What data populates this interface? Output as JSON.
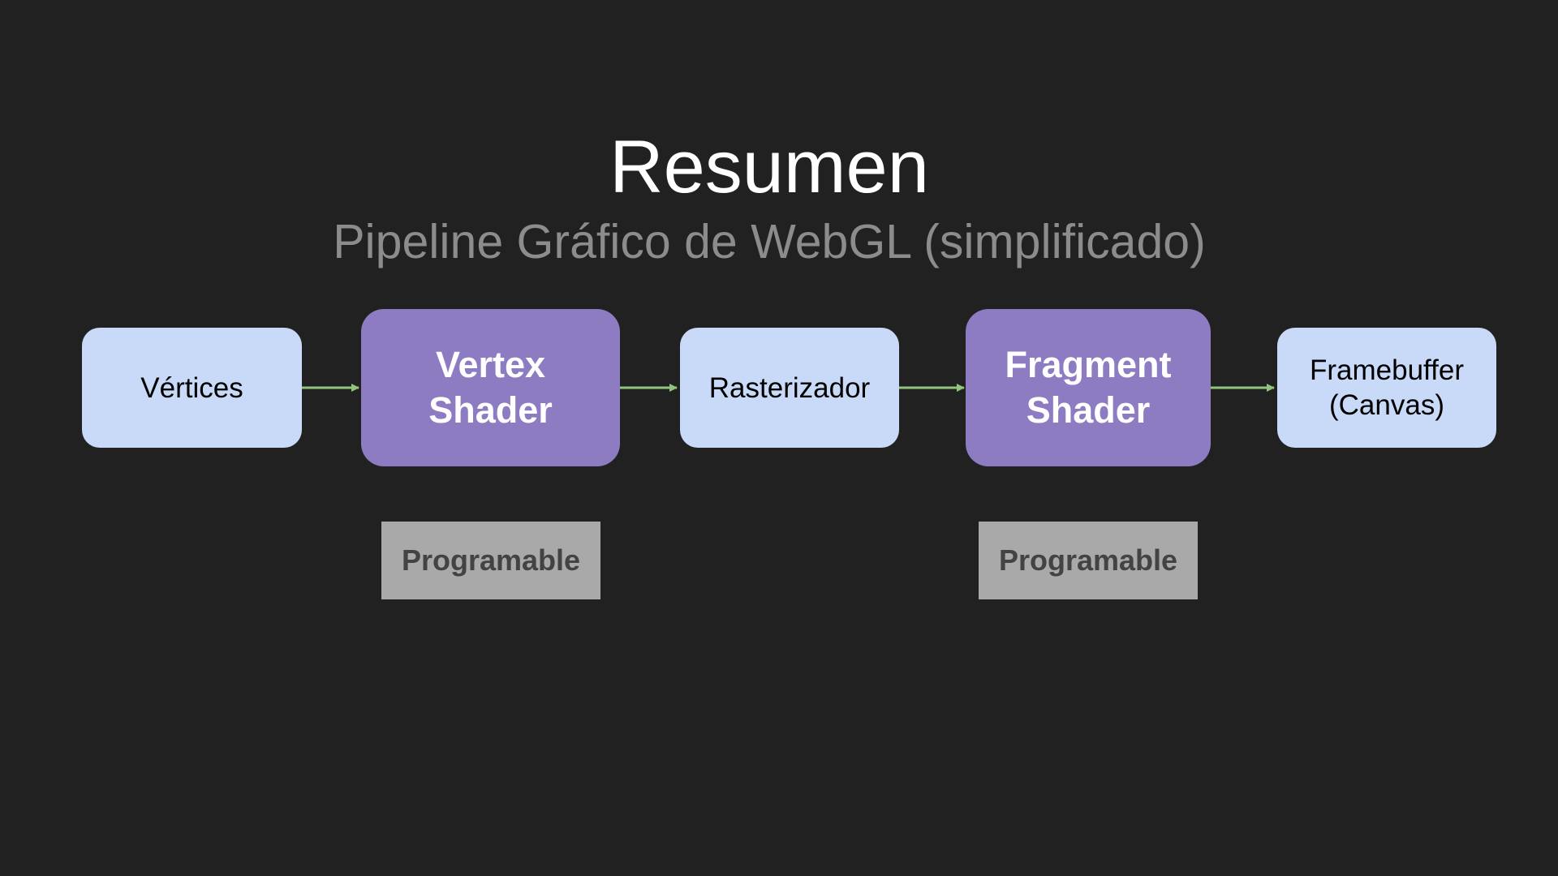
{
  "slide": {
    "title": "Resumen",
    "subtitle": "Pipeline Gráfico de WebGL (simplificado)"
  },
  "pipeline": {
    "stages": [
      {
        "label": "Vértices",
        "kind": "fixed"
      },
      {
        "label": "Vertex\nShader",
        "kind": "programmable"
      },
      {
        "label": "Rasterizador",
        "kind": "fixed"
      },
      {
        "label": "Fragment\nShader",
        "kind": "programmable"
      },
      {
        "label": "Framebuffer\n(Canvas)",
        "kind": "fixed"
      }
    ],
    "tags": [
      {
        "label": "Programable",
        "stage": "Vertex Shader"
      },
      {
        "label": "Programable",
        "stage": "Fragment Shader"
      }
    ]
  },
  "colors": {
    "background": "#212121",
    "fixed_stage": "#c9daf8",
    "programmable_stage": "#8e7cc3",
    "tag": "#a9a9a9",
    "arrow": "#93c47d"
  }
}
